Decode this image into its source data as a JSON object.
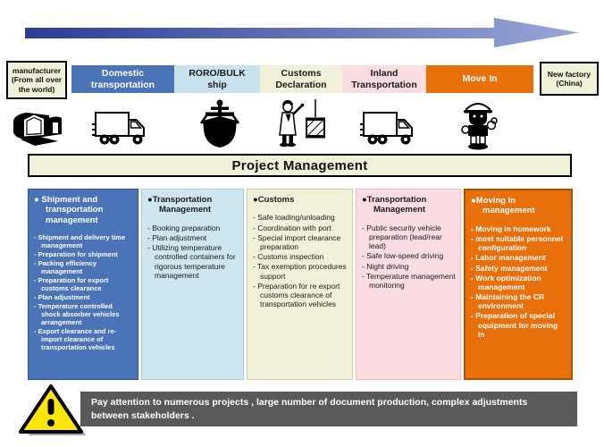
{
  "flow": {
    "source": {
      "label": "manufacturer\n(From all over\nthe world)"
    },
    "stages": [
      {
        "label": "Domestic transportation",
        "bg": "#4a73b8",
        "fg": "#ffffff"
      },
      {
        "label": "RORO/BULK ship",
        "bg": "#c9e3ee",
        "fg": "#1a1a1a"
      },
      {
        "label": "Customs Declaration",
        "bg": "#f1f1da",
        "fg": "#1a1a1a"
      },
      {
        "label": "Inland Transportation",
        "bg": "#fbdde2",
        "fg": "#1a1a1a"
      },
      {
        "label": "Move In",
        "bg": "#e8700b",
        "fg": "#ffffff"
      }
    ],
    "target": {
      "label": "New factory\n(China)"
    },
    "arrow_colors": {
      "start": "#2b3d94",
      "end": "#97a7d7"
    }
  },
  "icons": [
    {
      "name": "warehouse-icon"
    },
    {
      "name": "truck-icon"
    },
    {
      "name": "cargo-ship-icon"
    },
    {
      "name": "customs-inspection-icon"
    },
    {
      "name": "truck-icon"
    },
    {
      "name": "worker-icon"
    }
  ],
  "banner": {
    "title": "Project Management"
  },
  "columns": [
    {
      "header": "● Shipment and transportation management",
      "bg": "#4a73b8",
      "fg": "#ffffff",
      "border": "#2e4f8f",
      "items": [
        "Shipment and delivery time management",
        "Preparation for shipment",
        "Packing efficiency management",
        "Preparation for export customs clearance",
        "Plan adjustment",
        "Temperature controlled shock absorber vehicles arrangement",
        "Export clearance and re-import clearance of transportation vehicles"
      ]
    },
    {
      "header": "●Transportation Management",
      "bg": "#cde6f0",
      "fg": "#1a1a1a",
      "border": "#a9cddc",
      "items": [
        "Booking preparation",
        "Plan adjustment",
        "Utilizing temperature controlled containers for rigorous temperature management"
      ]
    },
    {
      "header": "●Customs",
      "bg": "#f1f1da",
      "fg": "#1a1a1a",
      "border": "#cfcfa8",
      "items": [
        "Safe loading/unloading",
        "Coordination with port",
        "Special import clearance preparation",
        "Customs inspection",
        "Tax exemption procedures support",
        "Preparation for re export customs clearance of transportation vehicles"
      ]
    },
    {
      "header": "●Transportation Management",
      "bg": "#fbdde2",
      "fg": "#1a1a1a",
      "border": "#eebcc5",
      "items": [
        "Public security vehicle preparation (lead/rear lead)",
        "Safe low-speed driving",
        "Night driving",
        "Temperature management monitoring"
      ]
    },
    {
      "header": "●Moving in management",
      "bg": "#e8700b",
      "fg": "#ffffff",
      "border": "#a85200",
      "items": [
        "Moving in homework",
        "most suitable personnel configuration",
        "Labor management",
        "Safety management",
        "Work optimization management",
        "Maintaining the CR environment",
        "Preparation of special equipment for moving in"
      ]
    }
  ],
  "warning": {
    "text": "Pay attention to numerous projects , large number of document production, complex adjustments between stakeholders .",
    "bar_bg": "#58595b",
    "triangle_color": "#ffe60a"
  }
}
